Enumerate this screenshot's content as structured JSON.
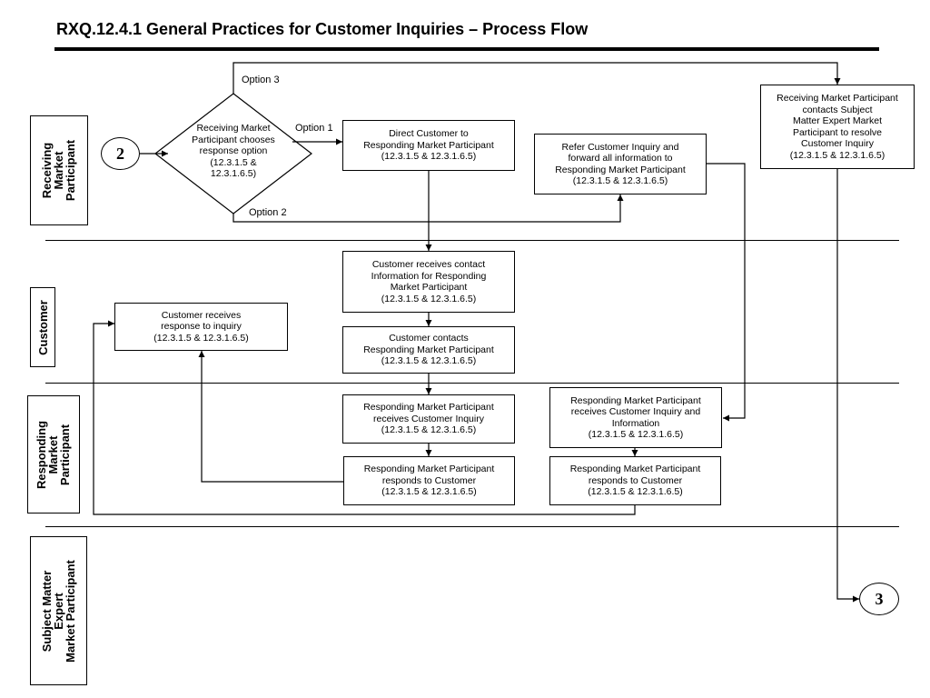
{
  "title": "RXQ.12.4.1 General Practices for Customer Inquiries – Process Flow",
  "lanes": {
    "receiving": "Receiving\nMarket\nParticipant",
    "customer": "Customer",
    "responding": "Responding\nMarket\nParticipant",
    "sme": "Subject Matter\nExpert\nMarket Participant"
  },
  "connectors": {
    "start": "2",
    "end": "3"
  },
  "decision": {
    "text": "Receiving Market\nParticipant chooses\nresponse option\n(12.3.1.5 &\n12.3.1.6.5)"
  },
  "options": {
    "opt1": "Option 1",
    "opt2": "Option 2",
    "opt3": "Option 3"
  },
  "boxes": {
    "direct_customer": "Direct Customer to\nResponding Market Participant\n(12.3.1.5 & 12.3.1.6.5)",
    "refer_inquiry": "Refer Customer Inquiry and\nforward all information to\nResponding Market Participant\n(12.3.1.5 & 12.3.1.6.5)",
    "contacts_sme": "Receiving Market Participant\ncontacts Subject\nMatter Expert Market\nParticipant to resolve\nCustomer Inquiry\n(12.3.1.5 & 12.3.1.6.5)",
    "customer_receives_contact": "Customer receives contact\nInformation for Responding\nMarket Participant\n(12.3.1.5 & 12.3.1.6.5)",
    "customer_contacts": "Customer contacts\nResponding Market Participant\n(12.3.1.5 & 12.3.1.6.5)",
    "customer_receives_response": "Customer receives\nresponse to inquiry\n(12.3.1.5 & 12.3.1.6.5)",
    "rmp_receives_inquiry": "Responding Market Participant\nreceives Customer Inquiry\n(12.3.1.5 & 12.3.1.6.5)",
    "rmp_responds_left": "Responding Market Participant\nresponds to Customer\n(12.3.1.5 & 12.3.1.6.5)",
    "rmp_receives_info": "Responding Market Participant\nreceives Customer Inquiry and\nInformation\n(12.3.1.5 & 12.3.1.6.5)",
    "rmp_responds_right": "Responding Market Participant\nresponds to Customer\n(12.3.1.5 & 12.3.1.6.5)"
  }
}
